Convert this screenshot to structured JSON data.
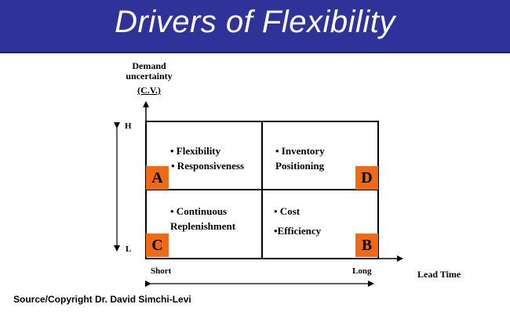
{
  "header": {
    "title": "Drivers of Flexibility",
    "banner_color": "#2f3399"
  },
  "y_axis": {
    "label": "Demand uncertainty",
    "sublabel": "(C.V.)",
    "high": "H",
    "low": "L"
  },
  "x_axis": {
    "label": "Lead Time",
    "short": "Short",
    "long": "Long"
  },
  "quadrants": {
    "A": {
      "letter": "A",
      "lines": [
        "• Flexibility",
        "• Responsiveness"
      ]
    },
    "D": {
      "letter": "D",
      "lines": [
        "• Inventory",
        "Positioning"
      ]
    },
    "C": {
      "letter": "C",
      "lines": [
        "• Continuous",
        "Replenishment"
      ]
    },
    "B": {
      "letter": "B",
      "lines": [
        "• Cost",
        "•Efficiency"
      ]
    }
  },
  "badge_color": "#f06a16",
  "footer": {
    "source": "Source/Copyright Dr. David Simchi-Levi"
  }
}
